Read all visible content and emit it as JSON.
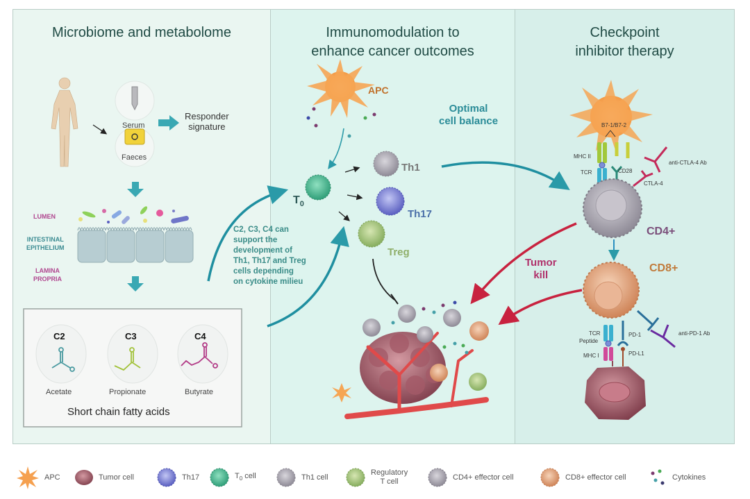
{
  "panels": [
    {
      "title": "Microbiome and metabolome",
      "samples": [
        "Serum",
        "Faeces"
      ],
      "result": [
        "Responder",
        "signature"
      ],
      "gut_layers": [
        "LUMEN",
        "INTESTINAL",
        "EPITHELIUM",
        "LAMINA",
        "PROPRIA"
      ],
      "scfa": {
        "caption": "Short chain fatty acids",
        "items": [
          {
            "code": "C2",
            "name": "Acetate",
            "color": "#4a9aa0"
          },
          {
            "code": "C3",
            "name": "Propionate",
            "color": "#a2c23a"
          },
          {
            "code": "C4",
            "name": "Butyrate",
            "color": "#b23a86"
          }
        ]
      }
    },
    {
      "title_lines": [
        "Immunomodulation to",
        "enhance cancer outcomes"
      ],
      "apc_label": "APC",
      "balance_label": [
        "Optimal",
        "cell balance"
      ],
      "t0_label": "T",
      "t0_sub": "0",
      "cells": [
        "Th1",
        "Th17",
        "Treg"
      ],
      "note": [
        "C2, C3, C4 can",
        "support the",
        "development of",
        "Th1, Th17 and Treg",
        "cells depending",
        "on cytokine milieu"
      ]
    },
    {
      "title_lines": [
        "Checkpoint",
        "inhibitor therapy"
      ],
      "b7_label": "B7-1/B7-2",
      "receptors": {
        "mhc2": "MHC II",
        "tcr": "TCR",
        "cd28": "CD28",
        "ctla4": "CTLA-4",
        "anti_ctla4": "anti-CTLA-4 Ab"
      },
      "cd4_label": "CD4+",
      "cd8_label": "CD8+",
      "tumor_kill": [
        "Tumor",
        "kill"
      ],
      "lower": {
        "tcr": "TCR",
        "peptide": "Peptide",
        "mhc1": "MHC I",
        "pd1": "PD-1",
        "pdl1": "PD-L1",
        "anti_pd1": "anti-PD-1 Ab"
      }
    }
  ],
  "legend": [
    {
      "icon": "apc",
      "label": "APC",
      "color": "#f5a04f"
    },
    {
      "icon": "tumor",
      "label": "Tumor cell",
      "color": "#8e4a55"
    },
    {
      "icon": "th17",
      "label": "Th17",
      "color": "#6f72c8"
    },
    {
      "icon": "t0",
      "label": "T",
      "sub": "0",
      "tail": " cell",
      "color": "#3fae8a"
    },
    {
      "icon": "th1",
      "label": "Th1 cell",
      "color": "#9a9a9e"
    },
    {
      "icon": "treg",
      "label": "Regulatory",
      "label2": "T cell",
      "color": "#8fb56a"
    },
    {
      "icon": "cd4",
      "label": "CD4+ effector cell",
      "color": "#8d8a96"
    },
    {
      "icon": "cd8",
      "label": "CD8+ effector cell",
      "color": "#d98f63"
    },
    {
      "icon": "cytokines",
      "label": "Cytokines",
      "color": "#7b3a6e"
    }
  ],
  "colors": {
    "teal_arrow": "#2a9aa8",
    "red_arrow": "#c8223f",
    "title": "#1f4a44"
  }
}
